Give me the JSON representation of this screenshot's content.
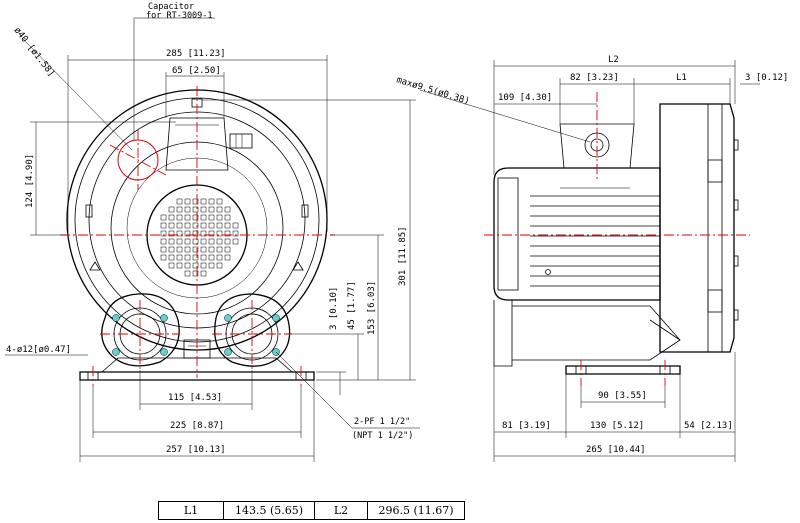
{
  "front_view": {
    "capacitor_note_line1": "Capacitor",
    "capacitor_note_line2": "for RT-3009-1",
    "dim_diameter_40": "ø40 [ø1.58]",
    "dim_width_285": "285 [11.23]",
    "dim_65": "65 [2.50]",
    "dim_124": "124 [4.90]",
    "dim_301": "301 [11.85]",
    "dim_3": "3 [0.10]",
    "dim_45": "45 [1.77]",
    "dim_153": "153 [6.03]",
    "dim_holes": "4-ø12[ø0.47]",
    "dim_115": "115 [4.53]",
    "dim_225": "225 [8.87]",
    "dim_257": "257 [10.13]",
    "port_note_line1": "2-PF 1 1/2\"",
    "port_note_line2": "(NPT 1 1/2\")"
  },
  "side_view": {
    "dim_L2": "L2",
    "dim_L1": "L1",
    "dim_maxdia": "maxø9.5(ø0.38)",
    "dim_82": "82 [3.23]",
    "dim_109": "109 [4.30]",
    "dim_3_right": "3 [0.12]",
    "dim_90": "90 [3.55]",
    "dim_81": "81 [3.19]",
    "dim_130": "130 [5.12]",
    "dim_54": "54 [2.13]",
    "dim_265": "265 [10.44]"
  },
  "spec_table": {
    "l1_label": "L1",
    "l1_value": "143.5 (5.65)",
    "l2_label": "L2",
    "l2_value": "296.5 (11.67)"
  },
  "colors": {
    "centerline": "#e00000",
    "fitting": "#5fd0dc",
    "line": "#000000"
  }
}
